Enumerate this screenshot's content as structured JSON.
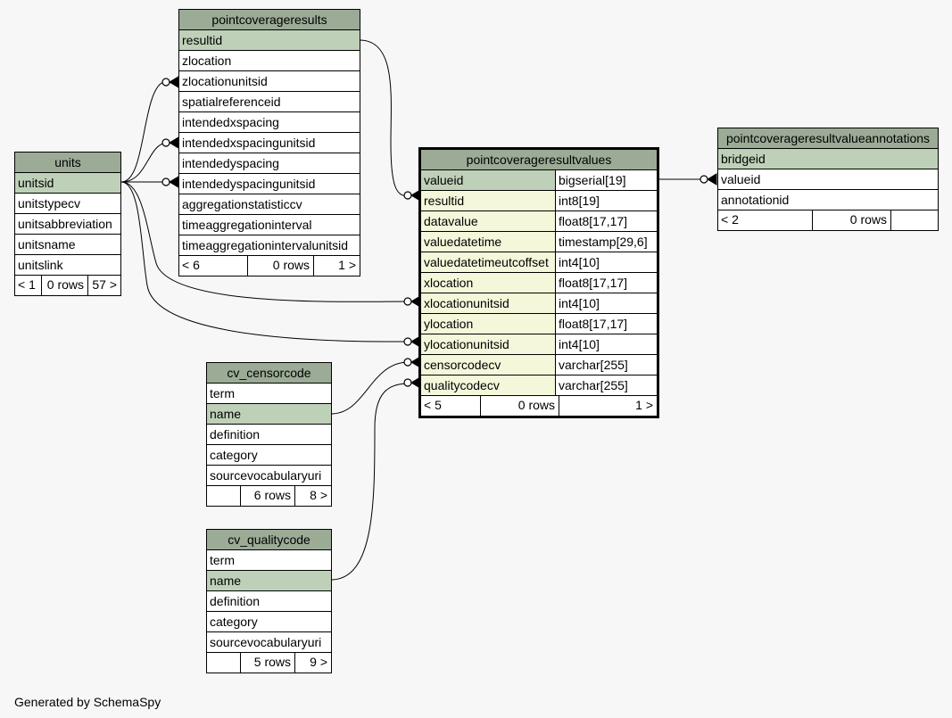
{
  "footer_text": "Generated by SchemaSpy",
  "tables": {
    "pointcoverageresults": {
      "name": "pointcoverageresults",
      "columns": [
        "resultid",
        "zlocation",
        "zlocationunitsid",
        "spatialreferenceid",
        "intendedxspacing",
        "intendedxspacingunitsid",
        "intendedyspacing",
        "intendedyspacingunitsid",
        "aggregationstatisticcv",
        "timeaggregationinterval",
        "timeaggregationintervalunitsid"
      ],
      "footer": {
        "parents": "< 6",
        "rows": "0 rows",
        "children": "1 >"
      }
    },
    "units": {
      "name": "units",
      "columns": [
        "unitsid",
        "unitstypecv",
        "unitsabbreviation",
        "unitsname",
        "unitslink"
      ],
      "footer": {
        "parents": "< 1",
        "rows": "0 rows",
        "children": "57 >"
      }
    },
    "pointcoverageresultvalues": {
      "name": "pointcoverageresultvalues",
      "columns": [
        {
          "name": "valueid",
          "type": "bigserial[19]"
        },
        {
          "name": "resultid",
          "type": "int8[19]"
        },
        {
          "name": "datavalue",
          "type": "float8[17,17]"
        },
        {
          "name": "valuedatetime",
          "type": "timestamp[29,6]"
        },
        {
          "name": "valuedatetimeutcoffset",
          "type": "int4[10]"
        },
        {
          "name": "xlocation",
          "type": "float8[17,17]"
        },
        {
          "name": "xlocationunitsid",
          "type": "int4[10]"
        },
        {
          "name": "ylocation",
          "type": "float8[17,17]"
        },
        {
          "name": "ylocationunitsid",
          "type": "int4[10]"
        },
        {
          "name": "censorcodecv",
          "type": "varchar[255]"
        },
        {
          "name": "qualitycodecv",
          "type": "varchar[255]"
        }
      ],
      "footer": {
        "parents": "< 5",
        "rows": "0 rows",
        "children": "1 >"
      }
    },
    "pointcoverageresultvalueannotations": {
      "name": "pointcoverageresultvalueannotations",
      "columns": [
        "bridgeid",
        "valueid",
        "annotationid"
      ],
      "footer": {
        "parents": "< 2",
        "rows": "0 rows",
        "children": ""
      }
    },
    "cv_censorcode": {
      "name": "cv_censorcode",
      "columns": [
        "term",
        "name",
        "definition",
        "category",
        "sourcevocabularyuri"
      ],
      "footer": {
        "parents": "",
        "rows": "6 rows",
        "children": "8 >"
      }
    },
    "cv_qualitycode": {
      "name": "cv_qualitycode",
      "columns": [
        "term",
        "name",
        "definition",
        "category",
        "sourcevocabularyuri"
      ],
      "footer": {
        "parents": "",
        "rows": "5 rows",
        "children": "9 >"
      }
    }
  }
}
